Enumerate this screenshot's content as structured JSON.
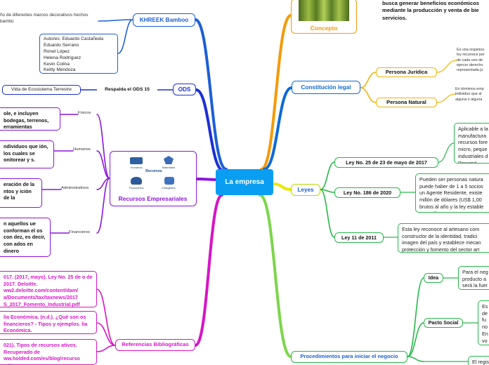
{
  "center": "La empresa",
  "colors": {
    "blue": "#1c5fd6",
    "green": "#27b84a",
    "purple": "#8b16d8",
    "magenta": "#d714c6",
    "orange": "#f39a0a",
    "yellow": "#e9e800",
    "teal": "#0d6ad6",
    "accent": "#0a9ef2"
  },
  "top_left": {
    "intro_text": "ño de diferentes marcos decorativos hechos bambú",
    "topic": "KHREEK Bamboo",
    "authors": "Autores: Eduardo Castañeda\nEduardo Serrano\nRonel López\nHelena Rodríguez\nKevin Colina\nKeitty Méndoza"
  },
  "ods": {
    "topic": "ODS",
    "sub": "Respalda el ODS 15",
    "leaf": "Vida de Ecosistema Terrestre"
  },
  "recursos": {
    "title": "Recursos Empresariales",
    "image_title": "Recursos",
    "icons": [
      "Humanos",
      "Materiales",
      "Financieros",
      "Intangibles"
    ],
    "items": [
      {
        "label": "Físicos",
        "text": "ole, e incluyen bodegas, terrenos, erramientas"
      },
      {
        "label": "Humanos",
        "text": "ndividuos que ión, los cuales se onitorear y s."
      },
      {
        "label": "Administrativos",
        "text": "eración de la ntos y ición de la"
      },
      {
        "label": "Financieros",
        "text": "n aquellos ue conforman el os con dez, es decir, con ados en dinero"
      }
    ]
  },
  "referencias": {
    "topic": "Referencias Bibliográficas",
    "items": [
      "017. (2017, mayo). Ley No. 25 de o de 2017. Deloitte. ww2.deloitte.com/content/dam/ a/Documents/tax/taxnews/2017 S_2017_Fomento_Industrial.pdf",
      "lia Económica. (n.d.). ¿Qué son os financieros? - Tipos y ejemplos. lia Económica.",
      "021). Tipos de recursos ativos. Recuperado de ww.holded.com/es/blog/recurso rativos"
    ]
  },
  "concepto": {
    "label": "Concepto",
    "text": "busca generar beneficios económicos mediante la producción y venta de bie servicios."
  },
  "constitucion": {
    "topic": "Constitución legal",
    "items": [
      {
        "title": "Persona Jurídica",
        "text": "Es una organiza ley reconoce per de cada uno de ejercer derecho representada ju"
      },
      {
        "title": "Persona Natural",
        "text": "En términos emp individuo que al alguna o alguna"
      }
    ]
  },
  "leyes": {
    "topic": "Leyes",
    "items": [
      {
        "title": "Ley No. 25 de 23 de mayo de 2017",
        "text": "Aplicable a la manufactura recursos fore micro, peque industriales d Panamá"
      },
      {
        "title": "Ley No. 186 de 2020",
        "text": "Pueden ser personas natura puede haber de 1 a 5 socios un Agente Residente, existe millón de dólares (US$ 1,00 brutos al año y la ley estable específicas."
      },
      {
        "title": "Ley 11 de 2011",
        "text": "Esta ley reconoce al artesano com constructor de la identidad, tradici imagen del país y establece mecan protección y fomento del sector art"
      }
    ]
  },
  "procedimientos": {
    "topic": "Procedimientos para iniciar el negocio",
    "items": [
      {
        "title": "Idea",
        "text": "Para el neg producto a será la fuer"
      },
      {
        "title": "Pacto Social",
        "text": "Es de fu no En vo pa"
      },
      {
        "title": "",
        "text": "El regis"
      }
    ]
  }
}
